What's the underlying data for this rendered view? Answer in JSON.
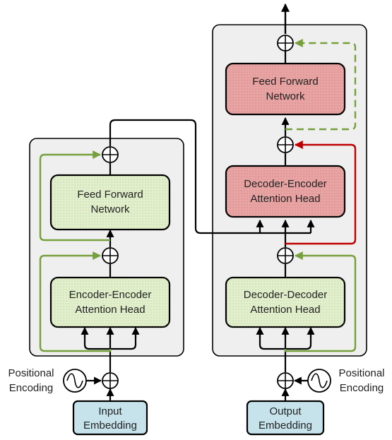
{
  "encoder": {
    "ffn_line1": "Feed Forward",
    "ffn_line2": "Network",
    "attn_line1": "Encoder-Encoder",
    "attn_line2": "Attention Head",
    "embed_line1": "Input",
    "embed_line2": "Embedding",
    "pos_line1": "Positional",
    "pos_line2": "Encoding"
  },
  "decoder": {
    "ffn_line1": "Feed Forward",
    "ffn_line2": "Network",
    "cross_line1": "Decoder-Encoder",
    "cross_line2": "Attention Head",
    "self_line1": "Decoder-Decoder",
    "self_line2": "Attention Head",
    "embed_line1": "Output",
    "embed_line2": "Embedding",
    "pos_line1": "Positional",
    "pos_line2": "Encoding"
  },
  "colors": {
    "panel_fill": "#efefef",
    "green_box": "#e2efcc",
    "red_box": "#e8a3a3",
    "blue_box": "#c6e3ec",
    "green_line": "#76a03c",
    "red_line": "#c00000",
    "black_line": "#000000"
  }
}
